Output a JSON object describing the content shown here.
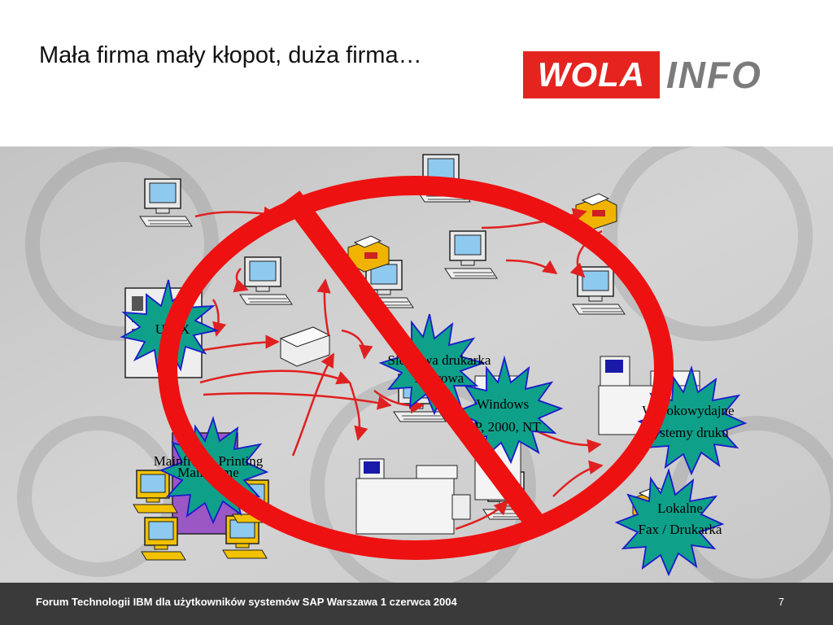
{
  "slide": {
    "title": "Mała firma mały kłopot, duża firma…"
  },
  "logo": {
    "part1": "WOLA",
    "part2": "INFO",
    "brand_red": "#e52420",
    "brand_gray": "#7b7b7b"
  },
  "diagram": {
    "labels": {
      "unix": "UNIX",
      "network_printer_line1": "Sieciowa drukarka",
      "network_printer_line2": "laserowa",
      "windows_line1": "Windows",
      "windows_line2": "XP, 2000, NT",
      "hp_print_line1": "Wysokowydajne",
      "hp_print_line2": "systemy druku",
      "mainframe_bg": "Mainframe Printing",
      "mainframe": "Mainframe",
      "local_line1": "Lokalne",
      "local_line2": "Fax / Drukarka"
    },
    "colors": {
      "prohibition": "#ee1111",
      "starburst": "#0fa08a",
      "arrows": "#e02020"
    }
  },
  "footer": {
    "text": "Forum Technologii IBM dla użytkowników systemów SAP Warszawa 1 czerwca 2004",
    "page": "7"
  }
}
